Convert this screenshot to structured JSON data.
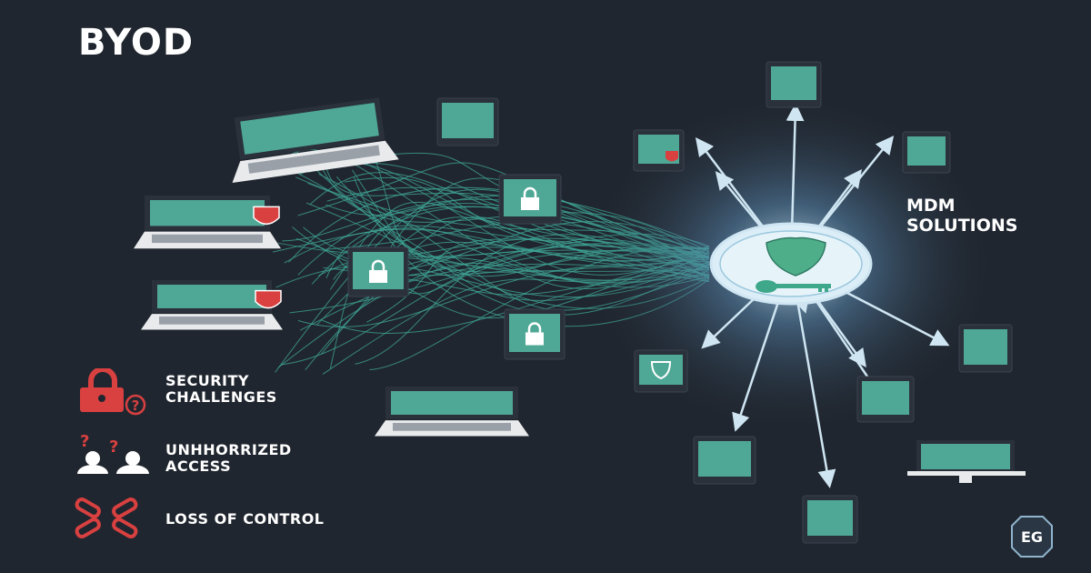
{
  "title": "BYOD",
  "mdm_label": [
    "MDM",
    "SOLUTIONS"
  ],
  "legend": [
    {
      "icon": "lock-question-icon",
      "lines": [
        "SECURITY",
        "CHALLENGES"
      ]
    },
    {
      "icon": "users-question-icon",
      "lines": [
        "UNHHORRIZED",
        "ACCESS"
      ]
    },
    {
      "icon": "broken-chain-icon",
      "lines": [
        "LOSS OF CONTROL"
      ]
    }
  ],
  "logo_text": "EG",
  "colors": {
    "background": "#20262f",
    "screen": "#4fa896",
    "alert": "#d94040",
    "spoke": "#cfe6f2",
    "tangle": "#3fa898"
  }
}
